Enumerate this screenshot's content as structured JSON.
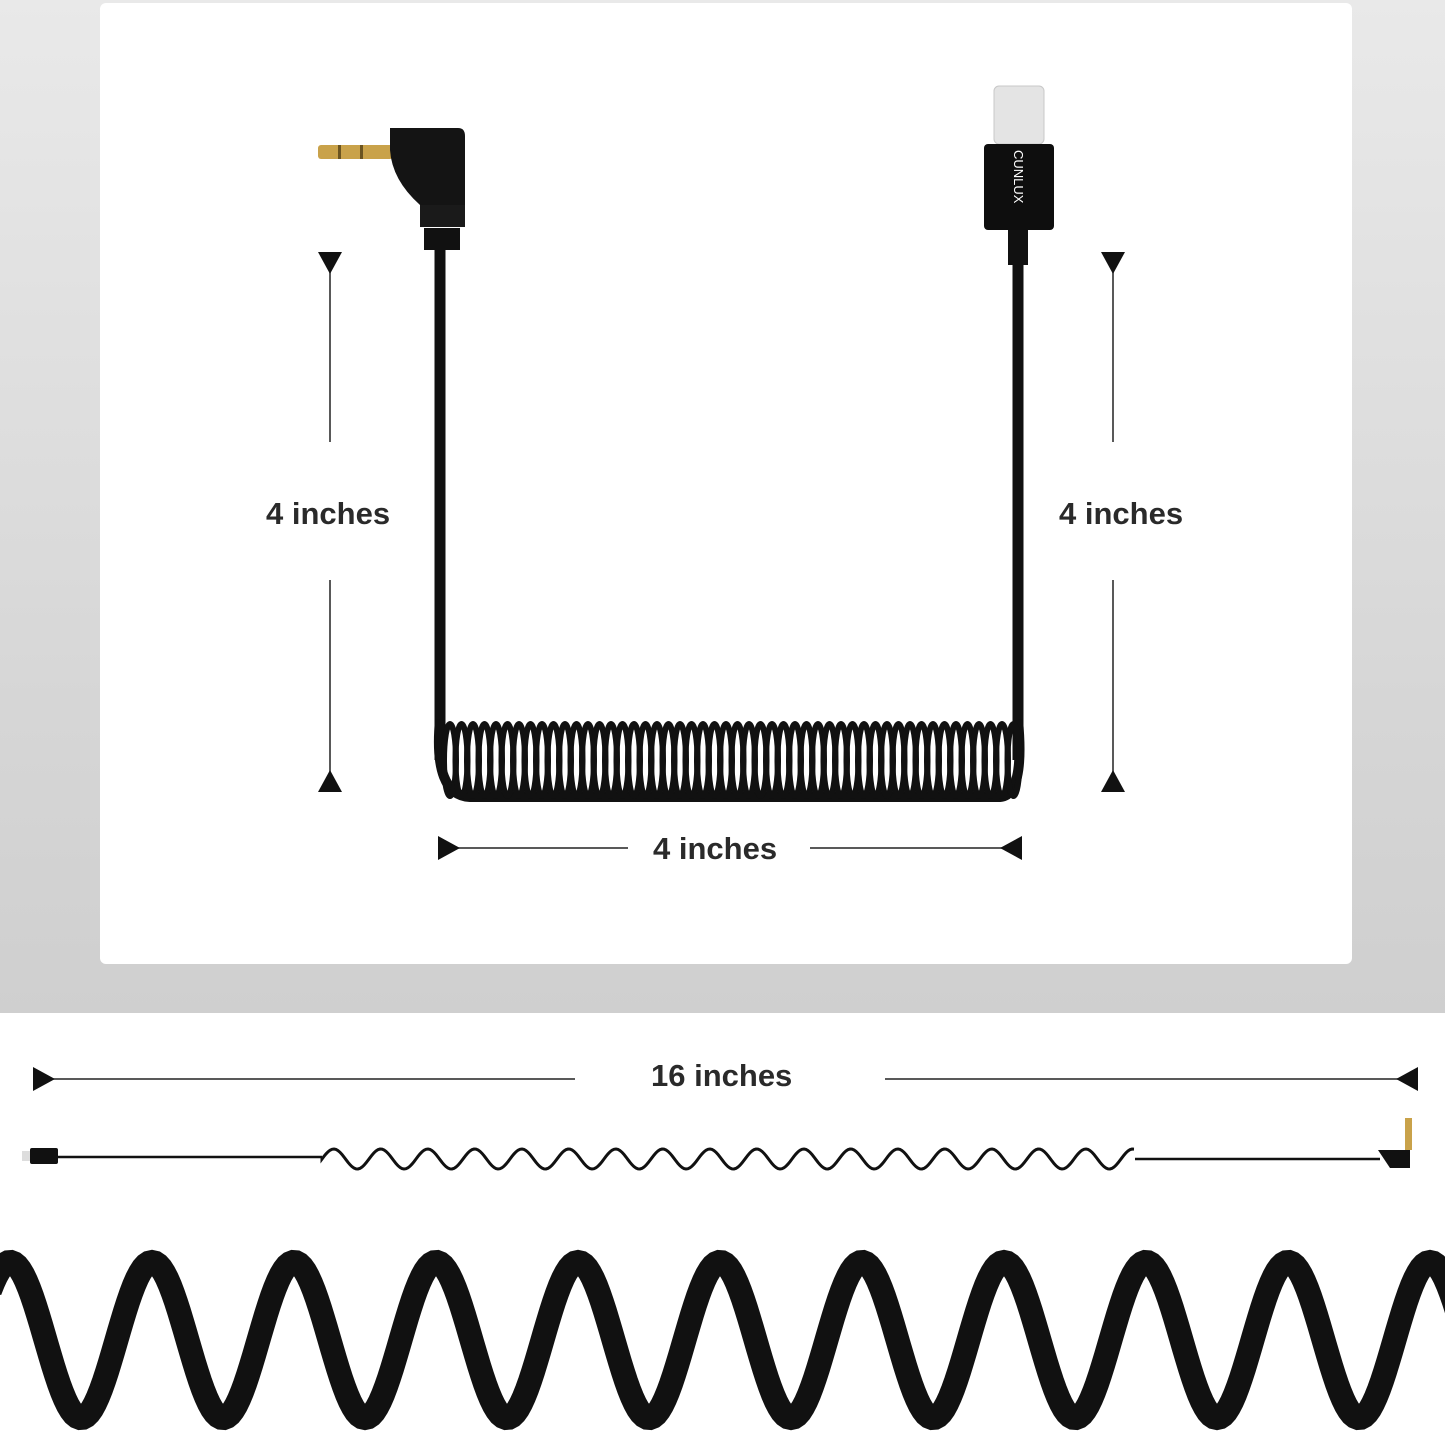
{
  "dimensions": {
    "left_height": "4 inches",
    "right_height": "4 inches",
    "coil_width": "4 inches",
    "stretched_length": "16 inches"
  },
  "brand": "CUNLUX",
  "colors": {
    "cable": "#111111",
    "plug_gold": "#c9a24a",
    "usb_c_metal": "#e4e4e4"
  }
}
